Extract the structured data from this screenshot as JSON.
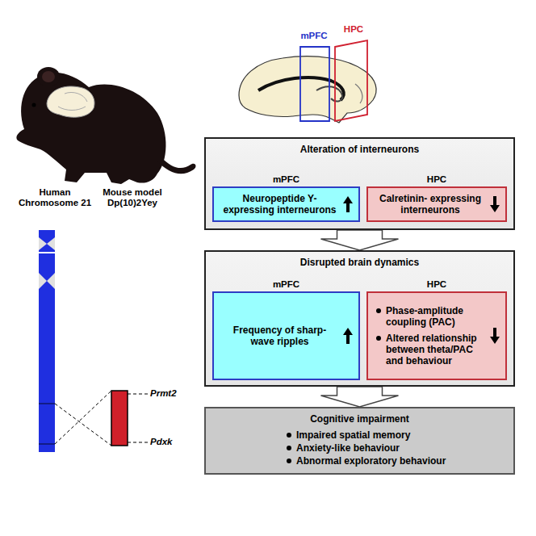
{
  "diagram": {
    "nodes": [
      {
        "text": [
          "Alteration of interneurons"
        ]
      },
      {
        "text": [
          "mPFC",
          "Neuropeptide Y- expressing interneurons"
        ],
        "in": 0
      },
      {
        "text": [
          "HPC",
          "Calretinin- expressing interneurons"
        ],
        "in": 0
      },
      {
        "text": [
          "Disrupted brain dynamics"
        ]
      },
      {
        "text": [
          "mPFC",
          "Frequency of sharp-wave ripples"
        ],
        "in": 3
      },
      {
        "text": [
          "HPC",
          "Phase-amplitude coupling (PAC)",
          "Altered relationship between theta/PAC and behaviour"
        ],
        "in": 3
      },
      {
        "text": [
          "Cognitive impairment",
          "Impaired spatial memory",
          "Anxiety-like behaviour",
          "Abnormal exploratory behaviour"
        ]
      }
    ],
    "edges": [
      {
        "from": 0,
        "to": 3,
        "arrow": "to"
      },
      {
        "from": 3,
        "to": 6,
        "arrow": "to"
      }
    ],
    "labels": [
      "Human Chromosome 21",
      "Mouse model Dp(10)2Yey",
      "Prmt2",
      "Pdxk",
      "mPFC",
      "HPC"
    ]
  }
}
